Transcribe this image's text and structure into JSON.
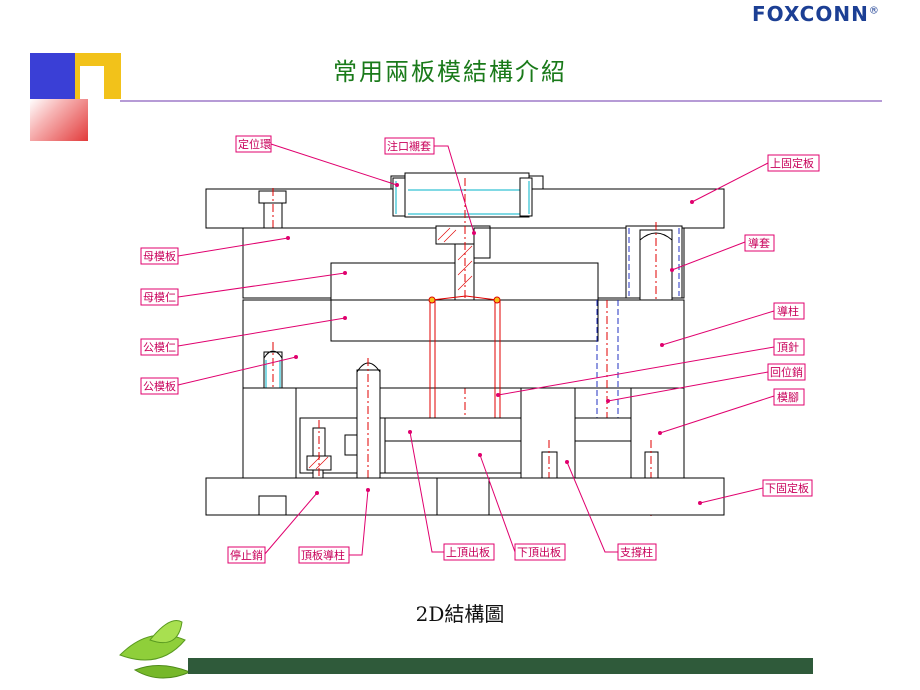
{
  "brand": {
    "logo_text": "FOXCONN",
    "registered_mark": "®",
    "color": "#1c3f94"
  },
  "title": "常用兩板模結構介紹",
  "caption": "2D結構圖",
  "colors": {
    "title": "#1a7a1a",
    "label_border": "#e0006e",
    "label_text": "#c8005a"
  },
  "labels": {
    "locating_ring": "定位環",
    "sprue_bushing": "注口襯套",
    "top_clamp_plate": "上固定板",
    "cavity_plate": "母模板",
    "guide_bushing": "導套",
    "cavity_insert": "母模仁",
    "guide_pin": "導柱",
    "core_insert": "公模仁",
    "ejector_pin": "頂針",
    "core_plate": "公模板",
    "return_pin": "回位銷",
    "spacer_block": "模腳",
    "bottom_clamp_plate": "下固定板",
    "stop_pin": "停止銷",
    "ejector_guide_pin": "頂板導柱",
    "ejector_retainer_plate": "上頂出板",
    "ejector_plate": "下頂出板",
    "support_pillar": "支撐柱"
  }
}
